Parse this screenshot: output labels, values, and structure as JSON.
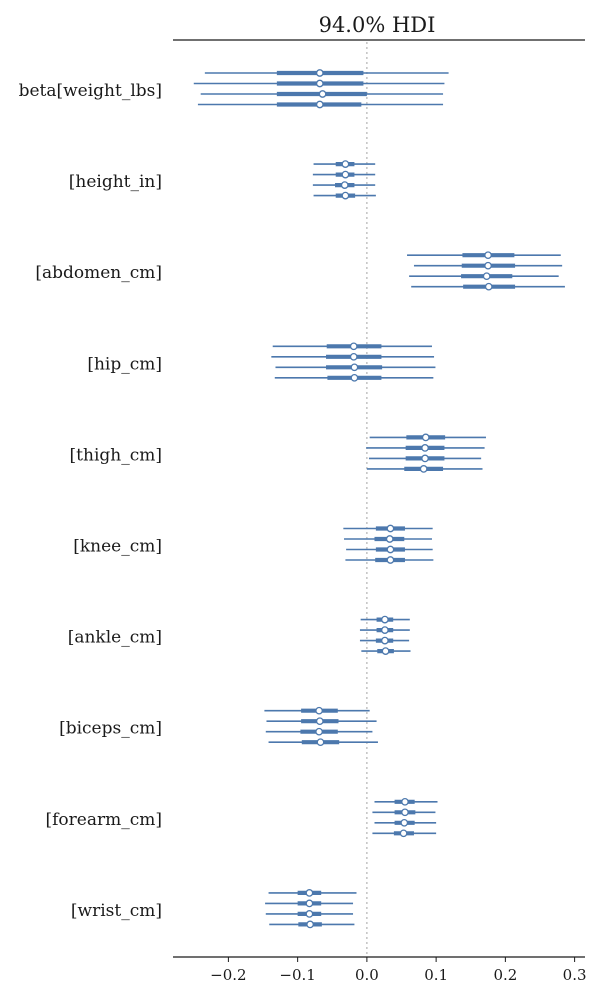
{
  "chart_data": {
    "type": "forest",
    "title": "94.0% HDI",
    "xlim": [
      -0.28,
      0.315
    ],
    "x_ticks": [
      -0.2,
      -0.1,
      0.0,
      0.1,
      0.2,
      0.3
    ],
    "x_tick_labels": [
      "−0.2",
      "−0.1",
      "0.0",
      "0.1",
      "0.2",
      "0.3"
    ],
    "reference_line": 0.0,
    "grid": false,
    "color": "#4c78ad",
    "parameters": [
      {
        "label": "beta[weight_lbs]",
        "chains": [
          {
            "mean": -0.068,
            "iqr": [
              -0.13,
              -0.005
            ],
            "hdi": [
              -0.234,
              0.118
            ]
          },
          {
            "mean": -0.068,
            "iqr": [
              -0.13,
              -0.005
            ],
            "hdi": [
              -0.25,
              0.112
            ]
          },
          {
            "mean": -0.064,
            "iqr": [
              -0.13,
              0.0
            ],
            "hdi": [
              -0.24,
              0.11
            ]
          },
          {
            "mean": -0.068,
            "iqr": [
              -0.13,
              -0.008
            ],
            "hdi": [
              -0.244,
              0.11
            ]
          }
        ]
      },
      {
        "label": "[height_in]",
        "chains": [
          {
            "mean": -0.031,
            "iqr": [
              -0.045,
              -0.018
            ],
            "hdi": [
              -0.077,
              0.012
            ]
          },
          {
            "mean": -0.031,
            "iqr": [
              -0.045,
              -0.018
            ],
            "hdi": [
              -0.078,
              0.012
            ]
          },
          {
            "mean": -0.032,
            "iqr": [
              -0.046,
              -0.018
            ],
            "hdi": [
              -0.078,
              0.012
            ]
          },
          {
            "mean": -0.031,
            "iqr": [
              -0.045,
              -0.017
            ],
            "hdi": [
              -0.077,
              0.013
            ]
          }
        ]
      },
      {
        "label": "[abdomen_cm]",
        "chains": [
          {
            "mean": 0.175,
            "iqr": [
              0.138,
              0.213
            ],
            "hdi": [
              0.058,
              0.28
            ]
          },
          {
            "mean": 0.175,
            "iqr": [
              0.137,
              0.214
            ],
            "hdi": [
              0.068,
              0.282
            ]
          },
          {
            "mean": 0.173,
            "iqr": [
              0.136,
              0.21
            ],
            "hdi": [
              0.061,
              0.277
            ]
          },
          {
            "mean": 0.176,
            "iqr": [
              0.139,
              0.214
            ],
            "hdi": [
              0.064,
              0.286
            ]
          }
        ]
      },
      {
        "label": "[hip_cm]",
        "chains": [
          {
            "mean": -0.019,
            "iqr": [
              -0.058,
              0.021
            ],
            "hdi": [
              -0.136,
              0.094
            ]
          },
          {
            "mean": -0.019,
            "iqr": [
              -0.059,
              0.021
            ],
            "hdi": [
              -0.138,
              0.097
            ]
          },
          {
            "mean": -0.018,
            "iqr": [
              -0.059,
              0.022
            ],
            "hdi": [
              -0.132,
              0.099
            ]
          },
          {
            "mean": -0.018,
            "iqr": [
              -0.057,
              0.021
            ],
            "hdi": [
              -0.133,
              0.096
            ]
          }
        ]
      },
      {
        "label": "[thigh_cm]",
        "chains": [
          {
            "mean": 0.085,
            "iqr": [
              0.057,
              0.113
            ],
            "hdi": [
              0.004,
              0.172
            ]
          },
          {
            "mean": 0.084,
            "iqr": [
              0.056,
              0.112
            ],
            "hdi": [
              -0.001,
              0.17
            ]
          },
          {
            "mean": 0.084,
            "iqr": [
              0.056,
              0.112
            ],
            "hdi": [
              0.003,
              0.165
            ]
          },
          {
            "mean": 0.082,
            "iqr": [
              0.054,
              0.11
            ],
            "hdi": [
              0.0,
              0.167
            ]
          }
        ]
      },
      {
        "label": "[knee_cm]",
        "chains": [
          {
            "mean": 0.034,
            "iqr": [
              0.013,
              0.055
            ],
            "hdi": [
              -0.034,
              0.095
            ]
          },
          {
            "mean": 0.033,
            "iqr": [
              0.011,
              0.054
            ],
            "hdi": [
              -0.033,
              0.094
            ]
          },
          {
            "mean": 0.034,
            "iqr": [
              0.013,
              0.055
            ],
            "hdi": [
              -0.03,
              0.095
            ]
          },
          {
            "mean": 0.034,
            "iqr": [
              0.012,
              0.055
            ],
            "hdi": [
              -0.031,
              0.096
            ]
          }
        ]
      },
      {
        "label": "[ankle_cm]",
        "chains": [
          {
            "mean": 0.026,
            "iqr": [
              0.014,
              0.038
            ],
            "hdi": [
              -0.009,
              0.062
            ]
          },
          {
            "mean": 0.026,
            "iqr": [
              0.014,
              0.038
            ],
            "hdi": [
              -0.01,
              0.062
            ]
          },
          {
            "mean": 0.026,
            "iqr": [
              0.013,
              0.038
            ],
            "hdi": [
              -0.01,
              0.061
            ]
          },
          {
            "mean": 0.027,
            "iqr": [
              0.015,
              0.039
            ],
            "hdi": [
              -0.008,
              0.063
            ]
          }
        ]
      },
      {
        "label": "[biceps_cm]",
        "chains": [
          {
            "mean": -0.069,
            "iqr": [
              -0.095,
              -0.042
            ],
            "hdi": [
              -0.148,
              0.004
            ]
          },
          {
            "mean": -0.068,
            "iqr": [
              -0.095,
              -0.041
            ],
            "hdi": [
              -0.145,
              0.014
            ]
          },
          {
            "mean": -0.069,
            "iqr": [
              -0.096,
              -0.042
            ],
            "hdi": [
              -0.146,
              0.008
            ]
          },
          {
            "mean": -0.067,
            "iqr": [
              -0.094,
              -0.04
            ],
            "hdi": [
              -0.142,
              0.016
            ]
          }
        ]
      },
      {
        "label": "[forearm_cm]",
        "chains": [
          {
            "mean": 0.055,
            "iqr": [
              0.04,
              0.069
            ],
            "hdi": [
              0.011,
              0.102
            ]
          },
          {
            "mean": 0.055,
            "iqr": [
              0.04,
              0.07
            ],
            "hdi": [
              0.008,
              0.099
            ]
          },
          {
            "mean": 0.054,
            "iqr": [
              0.04,
              0.069
            ],
            "hdi": [
              0.011,
              0.1
            ]
          },
          {
            "mean": 0.053,
            "iqr": [
              0.039,
              0.068
            ],
            "hdi": [
              0.008,
              0.1
            ]
          }
        ]
      },
      {
        "label": "[wrist_cm]",
        "chains": [
          {
            "mean": -0.083,
            "iqr": [
              -0.1,
              -0.066
            ],
            "hdi": [
              -0.142,
              -0.015
            ]
          },
          {
            "mean": -0.083,
            "iqr": [
              -0.1,
              -0.066
            ],
            "hdi": [
              -0.147,
              -0.02
            ]
          },
          {
            "mean": -0.083,
            "iqr": [
              -0.1,
              -0.066
            ],
            "hdi": [
              -0.146,
              -0.02
            ]
          },
          {
            "mean": -0.082,
            "iqr": [
              -0.099,
              -0.065
            ],
            "hdi": [
              -0.141,
              -0.018
            ]
          }
        ]
      }
    ]
  }
}
